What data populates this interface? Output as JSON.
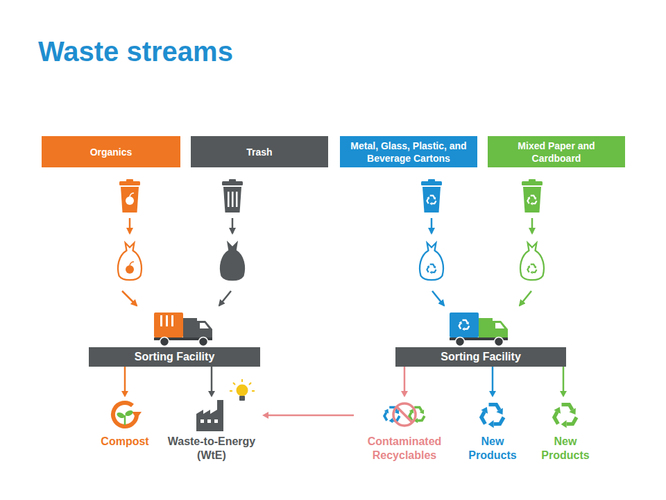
{
  "diagram": {
    "title": "Waste streams",
    "nodes": [
      {
        "text": [
          "Organics"
        ]
      },
      {
        "text": [
          "Trash"
        ]
      },
      {
        "text": [
          "Metal, Glass, Plastic, and Beverage Cartons"
        ]
      },
      {
        "text": [
          "Mixed Paper and Cardboard"
        ]
      },
      {
        "text": [
          "Sorting Facility"
        ]
      },
      {
        "text": [
          "Sorting Facility"
        ]
      },
      {
        "text": [
          "Compost"
        ]
      },
      {
        "text": [
          "Waste-to-Energy (WtE)"
        ]
      },
      {
        "text": [
          "Contaminated Recyclables"
        ]
      },
      {
        "text": [
          "New Products"
        ]
      },
      {
        "text": [
          "New Products"
        ]
      }
    ],
    "edges": [
      {
        "from": 4,
        "to": 6,
        "arrow": "to"
      },
      {
        "from": 4,
        "to": 7,
        "arrow": "to"
      },
      {
        "from": 5,
        "to": 8,
        "arrow": "to"
      },
      {
        "from": 5,
        "to": 9,
        "arrow": "to"
      },
      {
        "from": 5,
        "to": 10,
        "arrow": "to"
      },
      {
        "from": 8,
        "to": 7,
        "arrow": "to"
      }
    ]
  }
}
